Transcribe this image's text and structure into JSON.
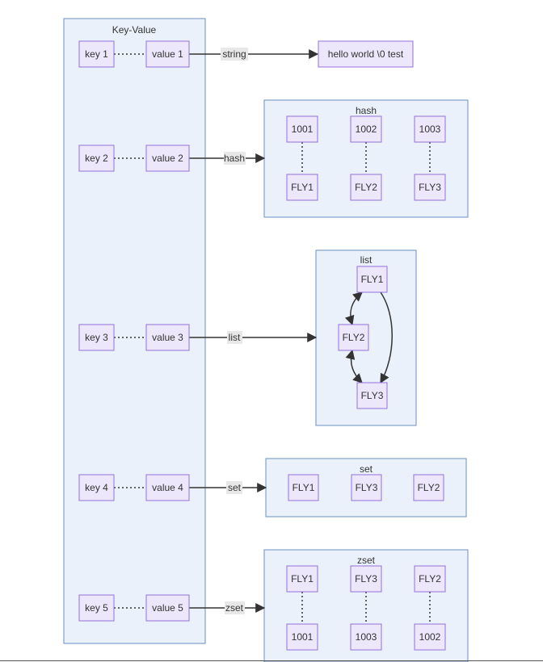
{
  "clusters": {
    "kv": "Key-Value",
    "hash": "hash",
    "list": "list",
    "set": "set",
    "zset": "zset"
  },
  "keys": [
    "key 1",
    "key 2",
    "key 3",
    "key 4",
    "key 5"
  ],
  "values": [
    "value 1",
    "value 2",
    "value 3",
    "value 4",
    "value 5"
  ],
  "string_value": "hello world \\0 test",
  "hash_fields": [
    "1001",
    "1002",
    "1003"
  ],
  "hash_values": [
    "FLY1",
    "FLY2",
    "FLY3"
  ],
  "list_items": [
    "FLY1",
    "FLY2",
    "FLY3"
  ],
  "set_items": [
    "FLY1",
    "FLY3",
    "FLY2"
  ],
  "zset_members": [
    "FLY1",
    "FLY3",
    "FLY2"
  ],
  "zset_scores": [
    "1001",
    "1003",
    "1002"
  ],
  "edge_labels": {
    "string": "string",
    "hash": "hash",
    "list": "list",
    "set": "set",
    "zset": "zset"
  }
}
